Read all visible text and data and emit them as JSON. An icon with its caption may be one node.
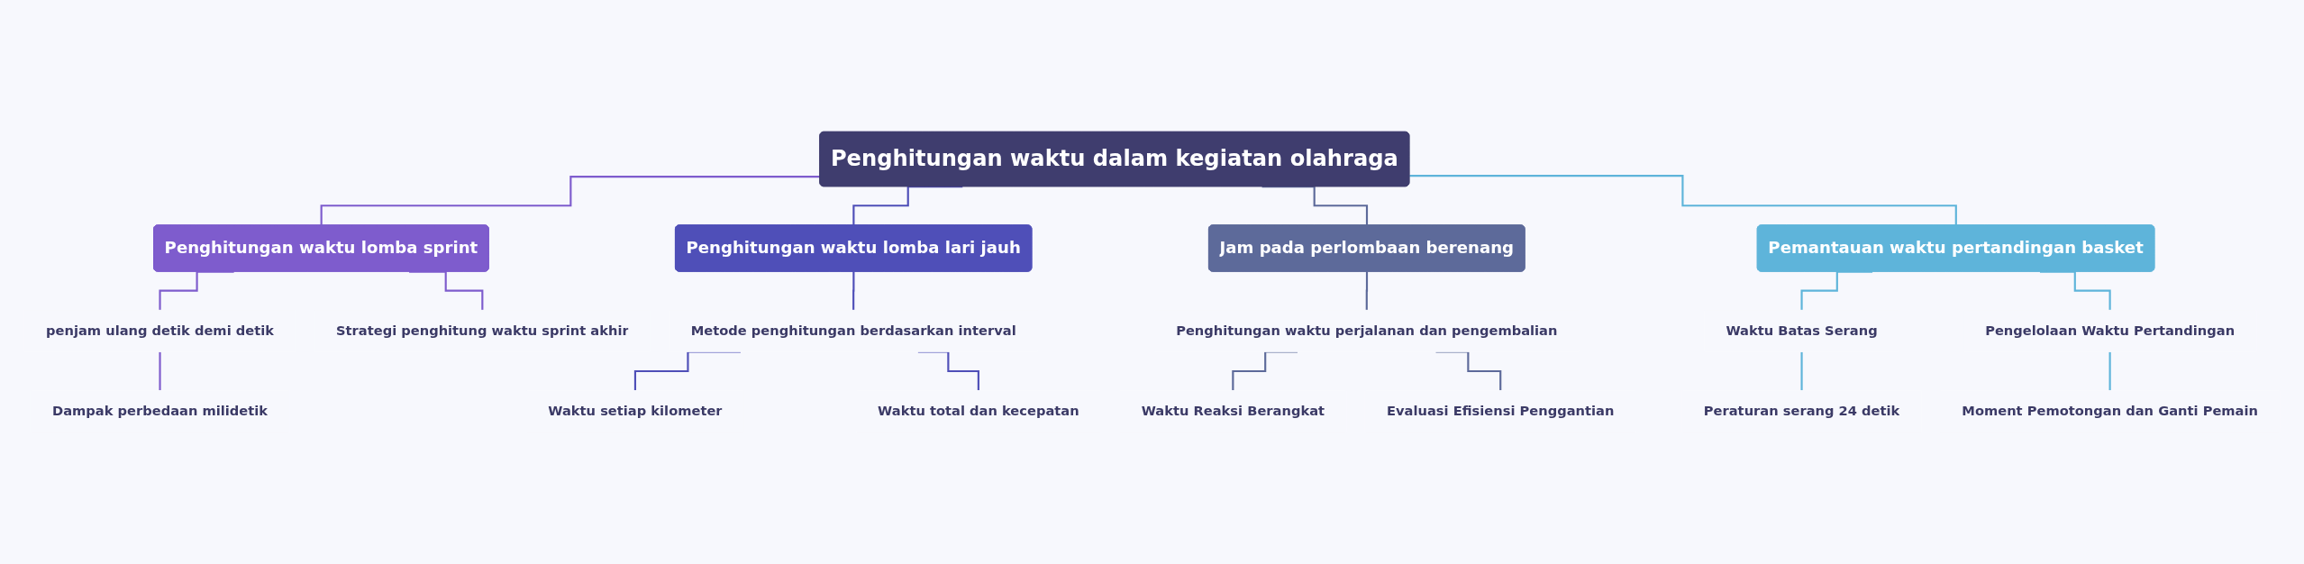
{
  "diagram": {
    "nodes": [
      {
        "text": [
          "Penghitungan waktu dalam kegiatan olahraga"
        ]
      },
      {
        "text": [
          "Penghitungan waktu lomba sprint"
        ]
      },
      {
        "text": [
          "penjam ulang detik demi detik"
        ]
      },
      {
        "text": [
          "Dampak perbedaan milidetik"
        ]
      },
      {
        "text": [
          "Strategi penghitung waktu sprint akhir"
        ]
      },
      {
        "text": [
          "Penghitungan waktu lomba lari jauh"
        ]
      },
      {
        "text": [
          "Metode penghitungan berdasarkan interval"
        ]
      },
      {
        "text": [
          "Waktu setiap kilometer"
        ]
      },
      {
        "text": [
          "Waktu total dan kecepatan"
        ]
      },
      {
        "text": [
          "Jam pada perlombaan berenang"
        ]
      },
      {
        "text": [
          "Penghitungan waktu perjalanan dan pengembalian"
        ]
      },
      {
        "text": [
          "Waktu Reaksi Berangkat"
        ]
      },
      {
        "text": [
          "Evaluasi Efisiensi Penggantian"
        ]
      },
      {
        "text": [
          "Pemantauan waktu pertandingan basket"
        ]
      },
      {
        "text": [
          "Waktu Batas Serang"
        ]
      },
      {
        "text": [
          "Peraturan serang 24 detik"
        ]
      },
      {
        "text": [
          "Pengelolaan Waktu Pertandingan"
        ]
      },
      {
        "text": [
          "Moment Pemotongan dan Ganti Pemain"
        ]
      }
    ],
    "edges": [
      {
        "from": 0,
        "to": 1,
        "arrow": "none",
        "color": "#7e5ccd"
      },
      {
        "from": 1,
        "to": 2,
        "arrow": "none",
        "color": "#7e5ccd"
      },
      {
        "from": 2,
        "to": 3,
        "arrow": "none",
        "color": "#7e5ccd"
      },
      {
        "from": 1,
        "to": 4,
        "arrow": "none",
        "color": "#7e5ccd"
      },
      {
        "from": 0,
        "to": 5,
        "arrow": "none",
        "color": "#4f4fb8"
      },
      {
        "from": 5,
        "to": 6,
        "arrow": "none",
        "color": "#4f4fb8"
      },
      {
        "from": 6,
        "to": 7,
        "arrow": "none",
        "color": "#4f4fb8"
      },
      {
        "from": 6,
        "to": 8,
        "arrow": "none",
        "color": "#4f4fb8"
      },
      {
        "from": 0,
        "to": 9,
        "arrow": "none",
        "color": "#5d6a9a"
      },
      {
        "from": 9,
        "to": 10,
        "arrow": "none",
        "color": "#5d6a9a"
      },
      {
        "from": 10,
        "to": 11,
        "arrow": "none",
        "color": "#5d6a9a"
      },
      {
        "from": 10,
        "to": 12,
        "arrow": "none",
        "color": "#5d6a9a"
      },
      {
        "from": 0,
        "to": 13,
        "arrow": "none",
        "color": "#5eb4da"
      },
      {
        "from": 13,
        "to": 14,
        "arrow": "none",
        "color": "#5eb4da"
      },
      {
        "from": 14,
        "to": 15,
        "arrow": "none",
        "color": "#5eb4da"
      },
      {
        "from": 13,
        "to": 16,
        "arrow": "none",
        "color": "#5eb4da"
      },
      {
        "from": 16,
        "to": 17,
        "arrow": "none",
        "color": "#5eb4da"
      }
    ]
  }
}
